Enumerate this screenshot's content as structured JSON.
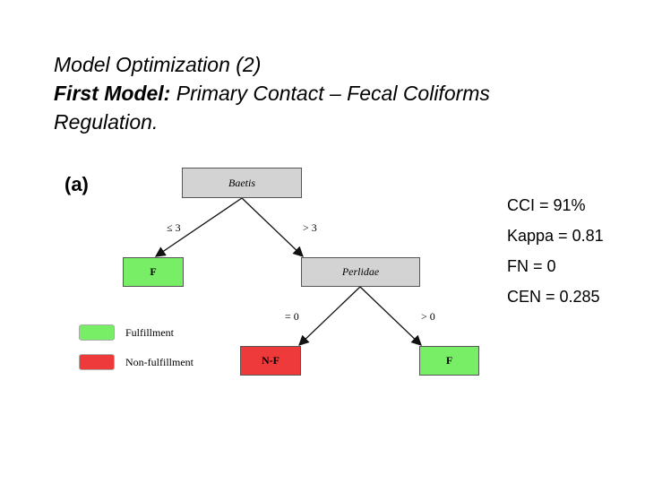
{
  "title": {
    "line1": "Model Optimization (2)",
    "line2_bold": "First Model:",
    "line2_rest": " Primary Contact – Fecal Coliforms",
    "line3": "Regulation."
  },
  "diagram": {
    "panel_label": "(a)",
    "nodes": {
      "root": "Baetis",
      "left_leaf": "F",
      "split2": "Perlidae",
      "leaf_nf": "N-F",
      "leaf_f": "F"
    },
    "edges": {
      "root_left": "≤ 3",
      "root_right": "> 3",
      "split2_left": "= 0",
      "split2_right": "> 0"
    },
    "legend": [
      {
        "label": "Fulfillment",
        "color": "#77ee66"
      },
      {
        "label": "Non-fulfillment",
        "color": "#ee3a3a"
      }
    ]
  },
  "metrics": [
    "CCI = 91%",
    "Kappa = 0.81",
    "FN = 0",
    "CEN = 0.285"
  ]
}
